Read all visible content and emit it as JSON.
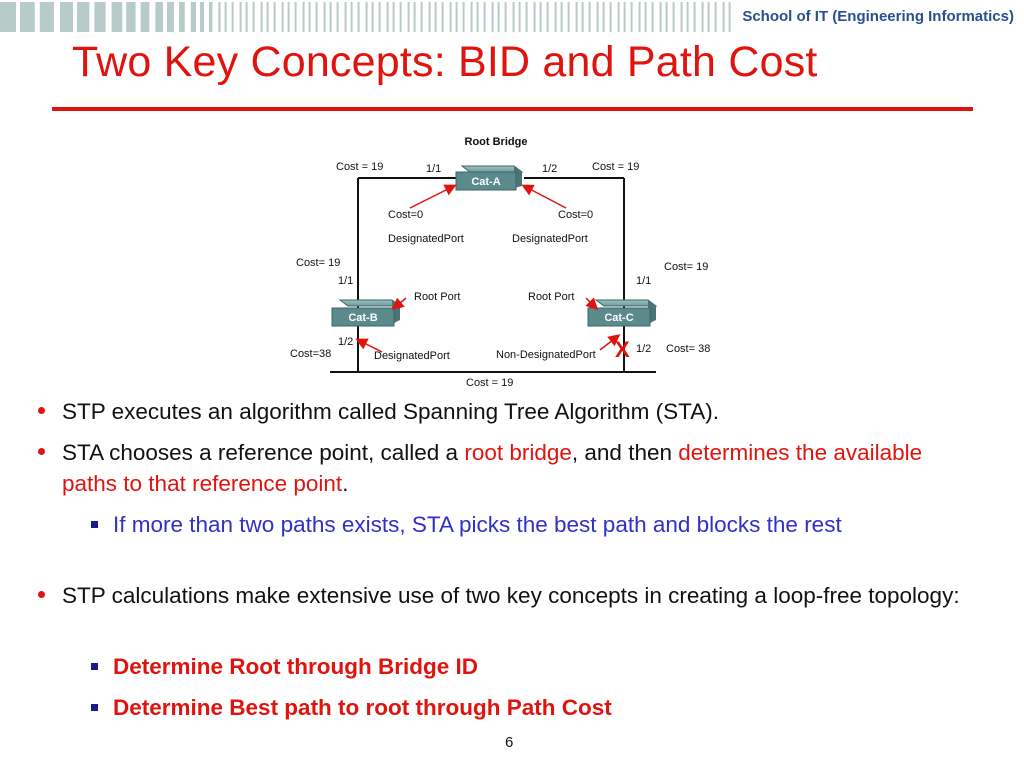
{
  "header": {
    "school_label": "School of IT (Engineering Informatics)",
    "stripe_color": "#b7ccc8",
    "label_color": "#2a4f8f"
  },
  "title": "Two Key Concepts: BID and Path Cost",
  "colors": {
    "accent": "#e0140e",
    "blue_text": "#3030c8",
    "switch": "#5a8a8c"
  },
  "diagram": {
    "root_bridge_label": "Root Bridge",
    "switches": {
      "a": "Cat-A",
      "b": "Cat-B",
      "c": "Cat-C"
    },
    "labels": {
      "cost_top_left": "Cost = 19",
      "cost_top_right": "Cost = 19",
      "a_port_left": "1/1",
      "a_port_right": "1/2",
      "a_cost_left": "Cost=0",
      "a_cost_right": "Cost=0",
      "a_dp_left": "DesignatedPort",
      "a_dp_right": "DesignatedPort",
      "cost_left_mid": "Cost= 19",
      "cost_right_mid": "Cost= 19",
      "b_port_top": "1/1",
      "c_port_top": "1/1",
      "b_root_port": "Root Port",
      "c_root_port": "Root Port",
      "b_port_bottom": "1/2",
      "b_cost": "Cost=38",
      "b_dp": "DesignatedPort",
      "c_ndp": "Non-DesignatedPort",
      "c_port_bottom": "1/2",
      "c_cost": "Cost= 38",
      "cost_bottom": "Cost = 19",
      "blocked_mark": "X"
    }
  },
  "bullets": {
    "b1": {
      "text": "STP executes an algorithm called Spanning Tree Algorithm (STA)."
    },
    "b2": {
      "pre": "STA chooses a reference point, called a ",
      "highlight1": "root bridge",
      "mid": ", and then ",
      "highlight2": "determines the available paths to that reference point",
      "post": "."
    },
    "b2_sub": {
      "text": "If more than two paths exists, STA picks the best path and blocks the rest"
    },
    "b3": {
      "text": "STP calculations make extensive use of two key concepts in creating a loop-free topology:"
    },
    "b3_sub1": {
      "text": "Determine Root through Bridge ID"
    },
    "b3_sub2": {
      "text": "Determine Best path to root through Path Cost"
    }
  },
  "page_number": "6"
}
